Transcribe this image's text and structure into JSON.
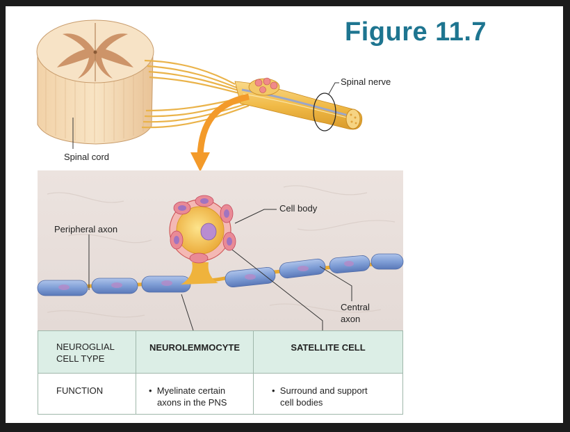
{
  "figure": {
    "title": "Figure 11.7"
  },
  "labels": {
    "spinal_nerve": "Spinal nerve",
    "spinal_cord": "Spinal cord",
    "cell_body": "Cell body",
    "peripheral_axon": "Peripheral axon",
    "central_axon_line1": "Central",
    "central_axon_line2": "axon"
  },
  "table": {
    "header": {
      "col1_line1": "NEUROGLIAL",
      "col1_line2": "CELL TYPE",
      "col2": "NEUROLEMMOCYTE",
      "col3": "SATELLITE CELL"
    },
    "row": {
      "col1": "FUNCTION",
      "col2_bullet": "•",
      "col2_line1": "Myelinate certain",
      "col2_line2": "axons in the PNS",
      "col3_bullet": "•",
      "col3_line1": "Surround and support",
      "col3_line2": "cell bodies"
    }
  },
  "colors": {
    "title": "#1e7590",
    "table_header_bg": "#dceee6",
    "arrow": "#f39a2a",
    "nerve": "#f3c15a",
    "axon_blue": "#7f9ed6"
  }
}
